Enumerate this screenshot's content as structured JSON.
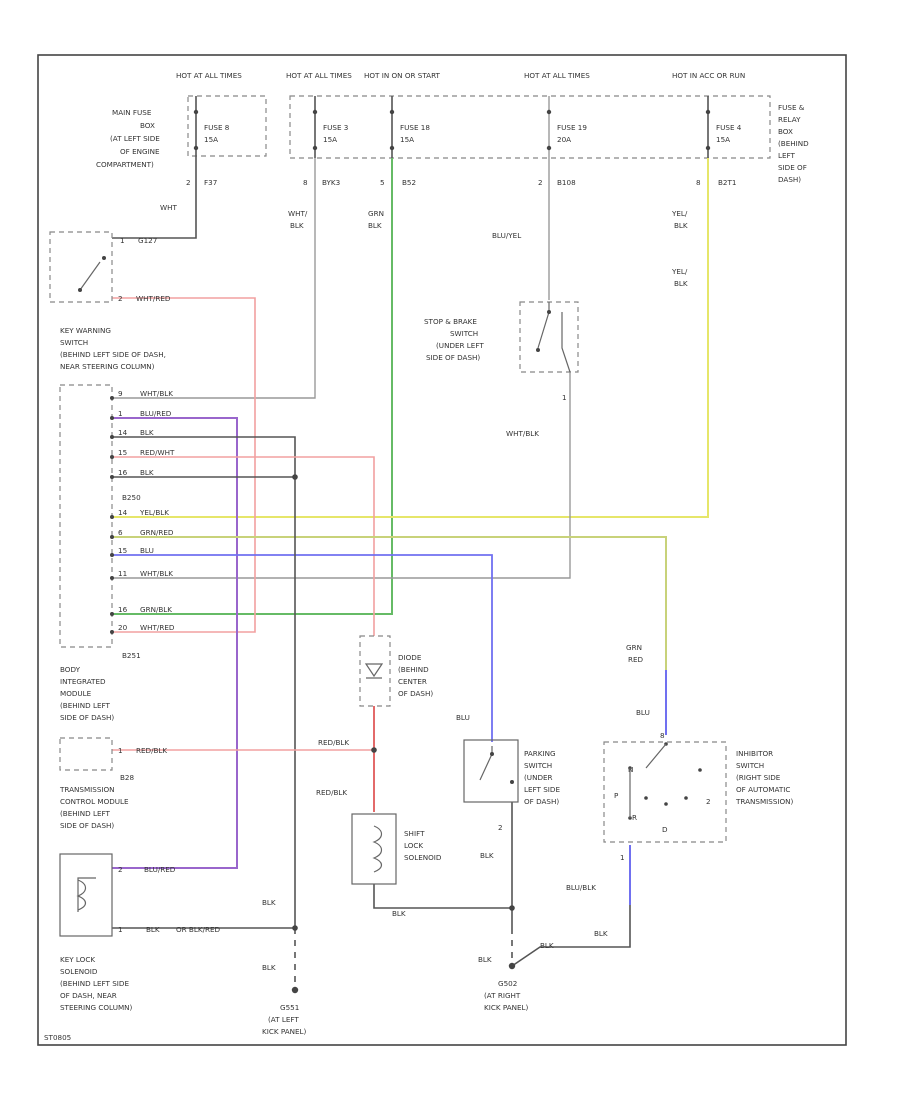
{
  "colors": {
    "red": "#f2a0a0",
    "red_dark": "#e05a5a",
    "blue": "#7070f0",
    "purple": "#9966cc",
    "green": "#66bb66",
    "yellow": "#e6e66a",
    "yellow_green": "#c8d27a",
    "black": "#555555",
    "gray": "#a8a8a8"
  },
  "hot_labels": [
    "HOT AT ALL TIMES",
    "HOT AT ALL TIMES",
    "HOT IN ON OR START",
    "HOT AT ALL TIMES",
    "HOT IN ACC OR RUN"
  ],
  "underhood_fusebox": [
    "MAIN FUSE",
    "BOX",
    "(AT LEFT SIDE",
    "OF ENGINE",
    "COMPARTMENT)"
  ],
  "relay_box": [
    "FUSE &",
    "RELAY",
    "BOX",
    "(BEHIND",
    "LEFT",
    "SIDE OF",
    "DASH)"
  ],
  "fuses": [
    {
      "name": "FUSE 8",
      "amps": "15A",
      "pin": "2",
      "circuit": "F37"
    },
    {
      "name": "FUSE 3",
      "amps": "15A",
      "pin": "8",
      "circuit": "BYK3"
    },
    {
      "name": "FUSE 18",
      "amps": "15A",
      "pin": "5",
      "circuit": "B52"
    },
    {
      "name": "FUSE 19",
      "amps": "20A",
      "pin": "2",
      "circuit": "B108"
    },
    {
      "name": "FUSE 4",
      "amps": "15A",
      "pin": "8",
      "circuit": "B2T1"
    }
  ],
  "wire_labels": {
    "wht": "WHT",
    "wht_blk": [
      "WHT/",
      "BLK"
    ],
    "grn_blk": [
      "GRN",
      "BLK"
    ],
    "blu_yel": "BLU/YEL",
    "yel_blk": [
      "YEL/",
      "BLK"
    ],
    "yel_blk2": [
      "YEL/",
      "BLK"
    ],
    "wht_blk_stop": "WHT/BLK",
    "grn_red": [
      "GRN",
      "RED"
    ],
    "blu_inhib": "BLU",
    "blu_park": "BLU",
    "red_blk_1": "RED/BLK",
    "red_blk_2": "RED/BLK",
    "blk_park": "BLK",
    "blk_shift": "BLK",
    "blk_g551": "BLK",
    "blu_blk": "BLU/BLK",
    "blk_g502": "BLK",
    "blk_g551_gnd": "BLK",
    "blk_g502_gnd": "BLK",
    "blk_key": "BLK",
    "blk_g551_low": "BLK",
    "blk_g502_low": "BLK"
  },
  "key_switch_connector": [
    "1",
    "G127"
  ],
  "key_warning_switch": [
    "KEY WARNING",
    "SWITCH",
    "(BEHIND LEFT SIDE OF DASH,",
    "NEAR STEERING COLUMN)"
  ],
  "key_switch_pin": [
    "2",
    "WHT/RED"
  ],
  "bim_pins": [
    {
      "pin": "9",
      "wire": "WHT/BLK"
    },
    {
      "pin": "1",
      "wire": "BLU/RED"
    },
    {
      "pin": "14",
      "wire": "BLK"
    },
    {
      "pin": "15",
      "wire": "RED/WHT"
    },
    {
      "pin": "16",
      "wire": "BLK"
    },
    {
      "pin": "14",
      "wire": "YEL/BLK"
    },
    {
      "pin": "6",
      "wire": "GRN/RED"
    },
    {
      "pin": "15",
      "wire": "BLU"
    },
    {
      "pin": "11",
      "wire": "WHT/BLK"
    },
    {
      "pin": "16",
      "wire": "GRN/BLK"
    },
    {
      "pin": "20",
      "wire": "WHT/RED"
    }
  ],
  "bim_connectors": [
    "B250",
    "B251"
  ],
  "bim_label": [
    "BODY",
    "INTEGRATED",
    "MODULE",
    "(BEHIND LEFT",
    "SIDE OF DASH)"
  ],
  "tcm": {
    "pin": "1",
    "wire": "RED/BLK",
    "connector": "B28",
    "label": [
      "TRANSMISSION",
      "CONTROL MODULE",
      "(BEHIND LEFT",
      "SIDE OF DASH)"
    ]
  },
  "key_lock": {
    "pins": [
      {
        "pin": "2",
        "wire": "BLU/RED"
      },
      {
        "pin": "1",
        "wire": "BLK",
        "wire2": "OR BLK/RED"
      }
    ],
    "label": [
      "KEY LOCK",
      "SOLENOID",
      "(BEHIND LEFT SIDE",
      "OF DASH, NEAR",
      "STEERING COLUMN)"
    ]
  },
  "stop_switch": [
    "STOP & BRAKE",
    "SWITCH",
    "(UNDER LEFT",
    "SIDE OF DASH)"
  ],
  "stop_pin": "1",
  "diode": [
    "DIODE",
    "(BEHIND",
    "CENTER",
    "OF DASH)"
  ],
  "shift_lock": [
    "SHIFT",
    "LOCK",
    "SOLENOID"
  ],
  "park_switch": [
    "PARKING",
    "SWITCH",
    "(UNDER",
    "LEFT SIDE",
    "OF DASH)"
  ],
  "park_pin": "2",
  "inhibitor": [
    "INHIBITOR",
    "SWITCH",
    "(RIGHT SIDE",
    "OF AUTOMATIC",
    "TRANSMISSION)"
  ],
  "inhibitor_pins": [
    "8",
    "N",
    "P",
    "R",
    "D",
    "2",
    "1"
  ],
  "grounds": [
    {
      "id": "G551",
      "label": [
        "(AT LEFT",
        "KICK PANEL)"
      ]
    },
    {
      "id": "G502",
      "label": [
        "(AT RIGHT",
        "KICK PANEL)"
      ]
    }
  ],
  "footer_id": "ST0805"
}
